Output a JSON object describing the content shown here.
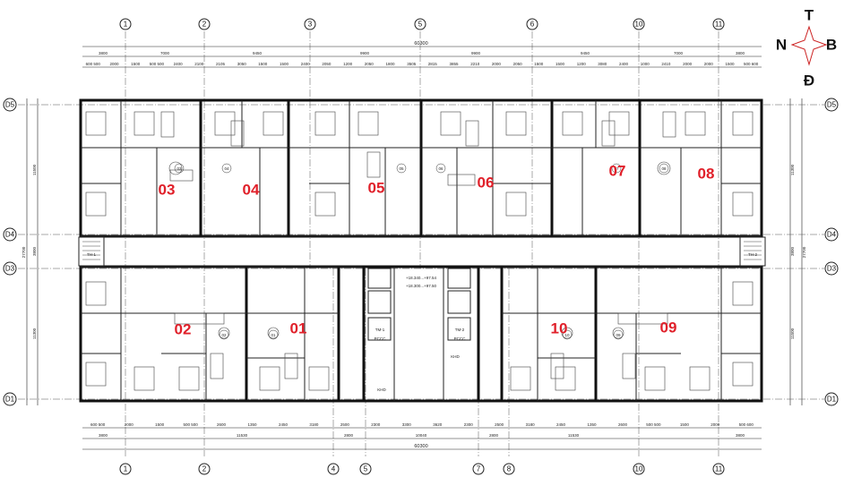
{
  "compass": {
    "north_top": "T",
    "west": "N",
    "east": "B",
    "south": "Đ"
  },
  "grid_top": [
    "1",
    "2",
    "3",
    "5",
    "6",
    "10",
    "11"
  ],
  "grid_bottom": [
    "1",
    "2",
    "4",
    "5",
    "7",
    "8",
    "10",
    "11"
  ],
  "rows_left": [
    "D5",
    "D4",
    "D3",
    "D1"
  ],
  "rows_right": [
    "D5",
    "D4",
    "D3",
    "D1"
  ],
  "top_dims": {
    "overall": "60300",
    "spans": [
      "3800",
      "7000",
      "9450",
      "9900",
      "9900",
      "9450",
      "7000",
      "3800"
    ],
    "sub": [
      "600 500",
      "2000",
      "1500",
      "500 500",
      "2400",
      "2100",
      "2105",
      "3050",
      "1500",
      "1500",
      "2400",
      "2050",
      "1200",
      "2050",
      "1800",
      "3505",
      "2815",
      "3855",
      "2210",
      "2000",
      "2050",
      "1500",
      "1500",
      "1200",
      "3080",
      "2400",
      "1000",
      "2410",
      "2000",
      "2000",
      "1500",
      "500 600"
    ]
  },
  "bottom_dims": {
    "overall": "60300",
    "spans": [
      "3800",
      "11530",
      "2800",
      "10040",
      "2800",
      "11530",
      "3800"
    ],
    "sub": [
      "600 500",
      "2000",
      "1500",
      "500 500",
      "2600",
      "1350",
      "2450",
      "3180",
      "2500",
      "2300",
      "3300",
      "3620",
      "2300",
      "2500",
      "3180",
      "2450",
      "1350",
      "2600",
      "500 500",
      "1500",
      "2000",
      "500 600"
    ]
  },
  "side_dims": {
    "left_total": "27700",
    "left_parts": [
      "11500",
      "3800",
      "11300"
    ],
    "right_total": "27700",
    "right_parts": [
      "11300",
      "3800",
      "11500"
    ]
  },
  "apartments": {
    "north": [
      "03",
      "04",
      "05",
      "06",
      "07",
      "08"
    ],
    "south": [
      "02",
      "01",
      "10",
      "09"
    ]
  },
  "room_tags": {
    "north": [
      "03",
      "04",
      "05",
      "06",
      "07",
      "08"
    ],
    "south": [
      "02",
      "01",
      "10",
      "09"
    ]
  },
  "core_notes": {
    "level_a": "+18.340...+97.54",
    "level_b": "+18.300...+97.50",
    "lift_a": "TM-1",
    "lift_b": "TM-2",
    "tag_a": "PCCC",
    "tag_b": "PCCC",
    "tag_c": "KHD",
    "tag_d": "KHD"
  },
  "stair_tags": [
    "TH-1",
    "TH-2"
  ]
}
